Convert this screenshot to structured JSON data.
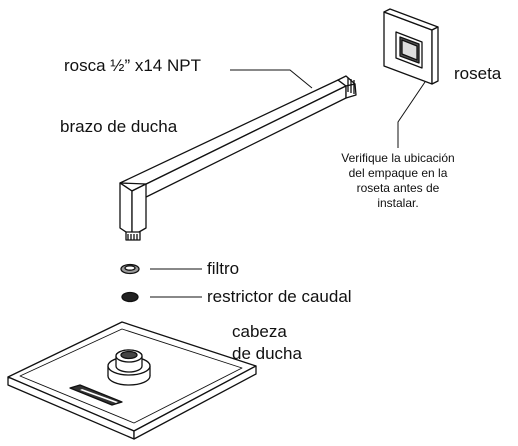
{
  "labels": {
    "thread": "rosca ½” x14 NPT",
    "rosette": "roseta",
    "arm": "brazo de ducha",
    "filter": "filtro",
    "flow_restrictor": "restrictor de caudal",
    "head_line1": "cabeza",
    "head_line2": "de ducha"
  },
  "note": {
    "line1": "Verifique la ubicación",
    "line2": "del empaque en la",
    "line3": "roseta antes de",
    "line4": "instalar."
  },
  "colors": {
    "stroke": "#111111",
    "fill": "#ffffff",
    "filter_fill": "#9a9a9a",
    "restrictor_fill": "#222222"
  }
}
